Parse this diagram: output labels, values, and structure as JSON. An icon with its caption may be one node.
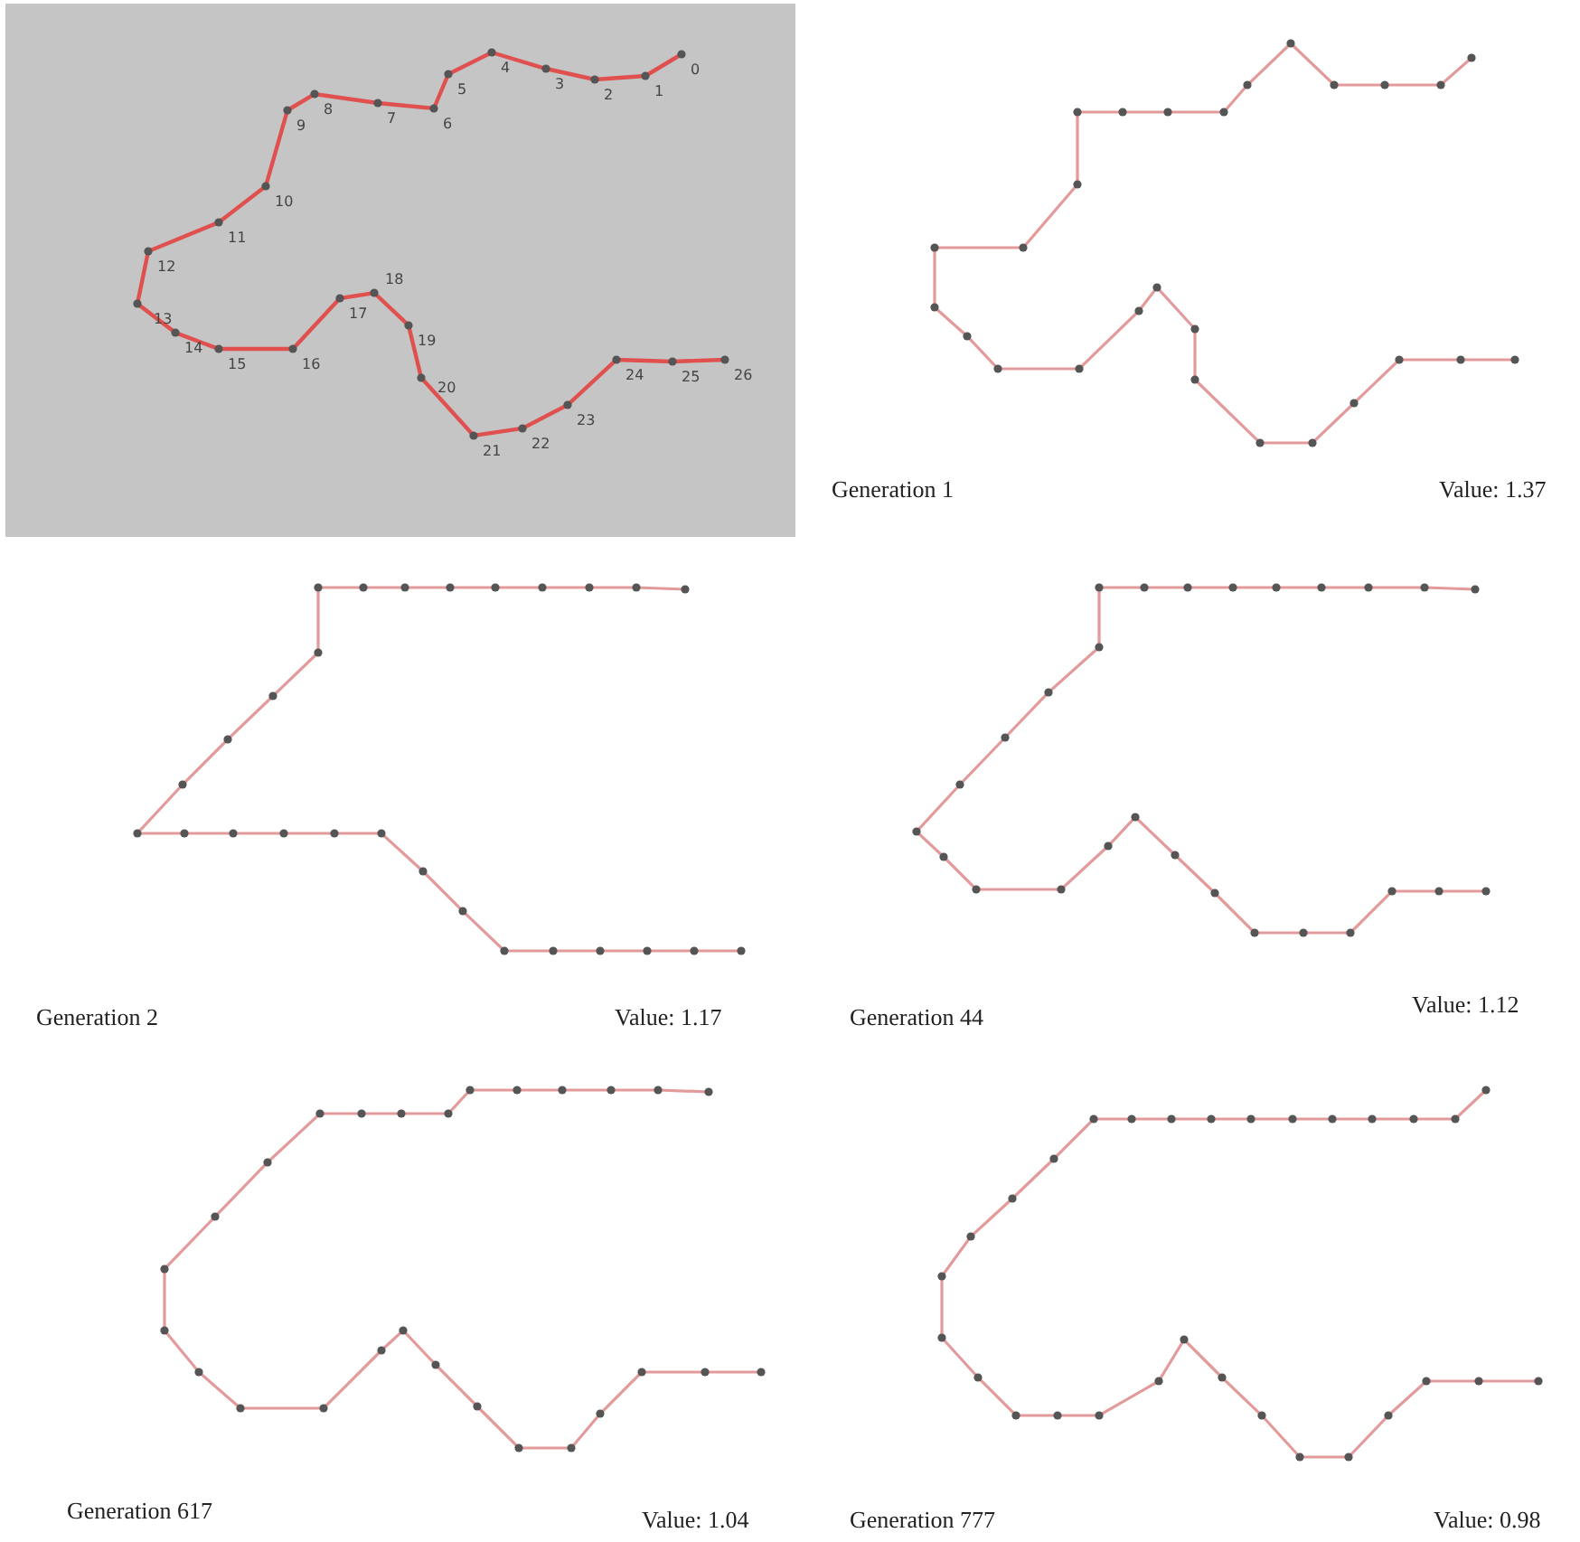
{
  "diagram": {
    "labels": [
      "5",
      "4",
      "3",
      "2",
      "1",
      "0",
      "9",
      "8",
      "7",
      "6",
      "10",
      "11",
      "12",
      "13",
      "17",
      "18",
      "14",
      "15",
      "16",
      "19",
      "20",
      "24",
      "25",
      "26",
      "23",
      "21",
      "22",
      "Generation 1",
      "Value: 1.37",
      "Generation 2",
      "Value: 1.17",
      "Generation 44",
      "Value: 1.12",
      "Generation 617",
      "Value: 1.04",
      "Generation 777",
      "Value: 0.98"
    ]
  }
}
